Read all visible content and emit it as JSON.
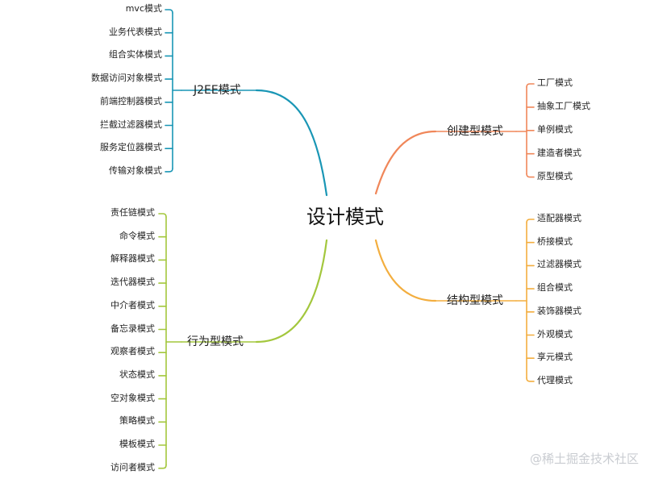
{
  "center": {
    "label": "设计模式"
  },
  "branches": {
    "j2ee": {
      "label": "J2EE模式",
      "color": "#1996b5",
      "items": [
        "mvc模式",
        "业务代表模式",
        "组合实体模式",
        "数据访问对象模式",
        "前端控制器模式",
        "拦截过滤器模式",
        "服务定位器模式",
        "传输对象模式"
      ]
    },
    "behavioral": {
      "label": "行为型模式",
      "color": "#a3c73d",
      "items": [
        "责任链模式",
        "命令模式",
        "解释器模式",
        "迭代器模式",
        "中介者模式",
        "备忘录模式",
        "观察者模式",
        "状态模式",
        "空对象模式",
        "策略模式",
        "模板模式",
        "访问者模式"
      ]
    },
    "creational": {
      "label": "创建型模式",
      "color": "#f0875a",
      "items": [
        "工厂模式",
        "抽象工厂模式",
        "单例模式",
        "建造者模式",
        "原型模式"
      ]
    },
    "structural": {
      "label": "结构型模式",
      "color": "#f3ae3f",
      "items": [
        "适配器模式",
        "桥接模式",
        "过滤器模式",
        "组合模式",
        "装饰器模式",
        "外观模式",
        "享元模式",
        "代理模式"
      ]
    }
  },
  "watermark": "@稀土掘金技术社区"
}
